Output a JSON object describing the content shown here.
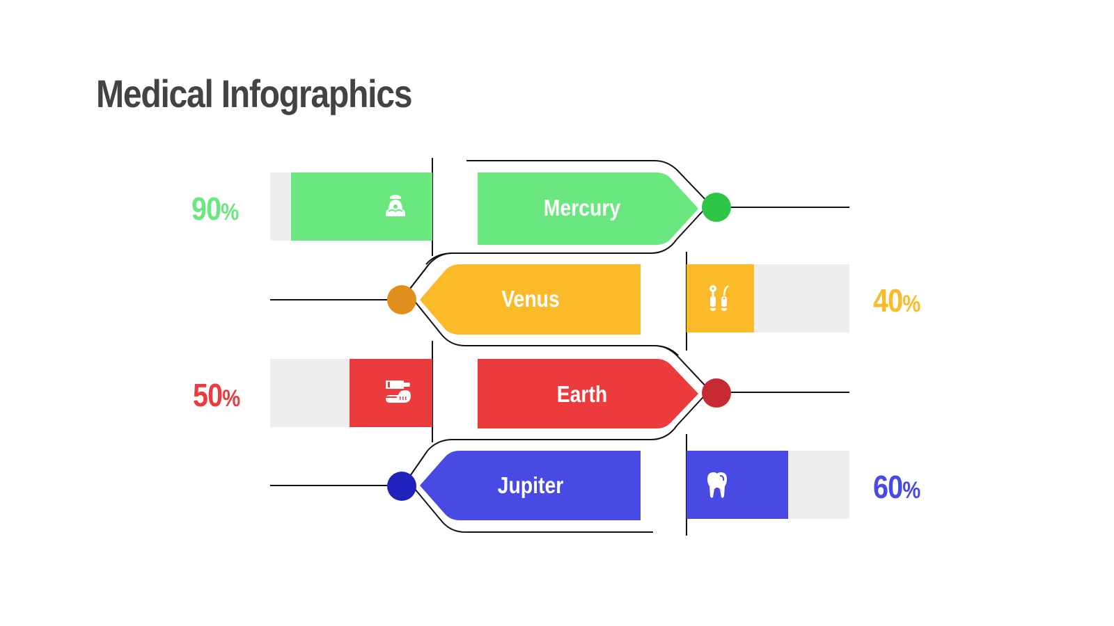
{
  "title": "Medical Infographics",
  "colors": {
    "title": "#434343",
    "track": "#eeeeee",
    "line": "#111111"
  },
  "items": [
    {
      "name": "Mercury",
      "percent": "90",
      "percent_symbol": "%",
      "icon": "dental-chair-icon",
      "side": "left",
      "fill_color": "#6ae77f",
      "node_color": "#2ec647",
      "pct_color": "#6ae77f"
    },
    {
      "name": "Venus",
      "percent": "40",
      "percent_symbol": "%",
      "icon": "dental-tools-icon",
      "side": "right",
      "fill_color": "#fbbb28",
      "node_color": "#e08f1a",
      "pct_color": "#fbbb28"
    },
    {
      "name": "Earth",
      "percent": "50",
      "percent_symbol": "%",
      "icon": "toothpaste-toothbrush-icon",
      "side": "left",
      "fill_color": "#eb3b3c",
      "node_color": "#c72a33",
      "pct_color": "#eb3b3c"
    },
    {
      "name": "Jupiter",
      "percent": "60",
      "percent_symbol": "%",
      "icon": "tooth-icon",
      "side": "right",
      "fill_color": "#484ae3",
      "node_color": "#1f22bd",
      "pct_color": "#484ae3"
    }
  ],
  "chart_data": {
    "type": "bar",
    "title": "Medical Infographics",
    "categories": [
      "Mercury",
      "Venus",
      "Earth",
      "Jupiter"
    ],
    "values": [
      90,
      40,
      50,
      60
    ],
    "unit": "%",
    "ylim": [
      0,
      100
    ],
    "colors": [
      "#6ae77f",
      "#fbbb28",
      "#eb3b3c",
      "#484ae3"
    ],
    "layout": "alternating horizontal progress bars with arrow-shaped labels"
  }
}
